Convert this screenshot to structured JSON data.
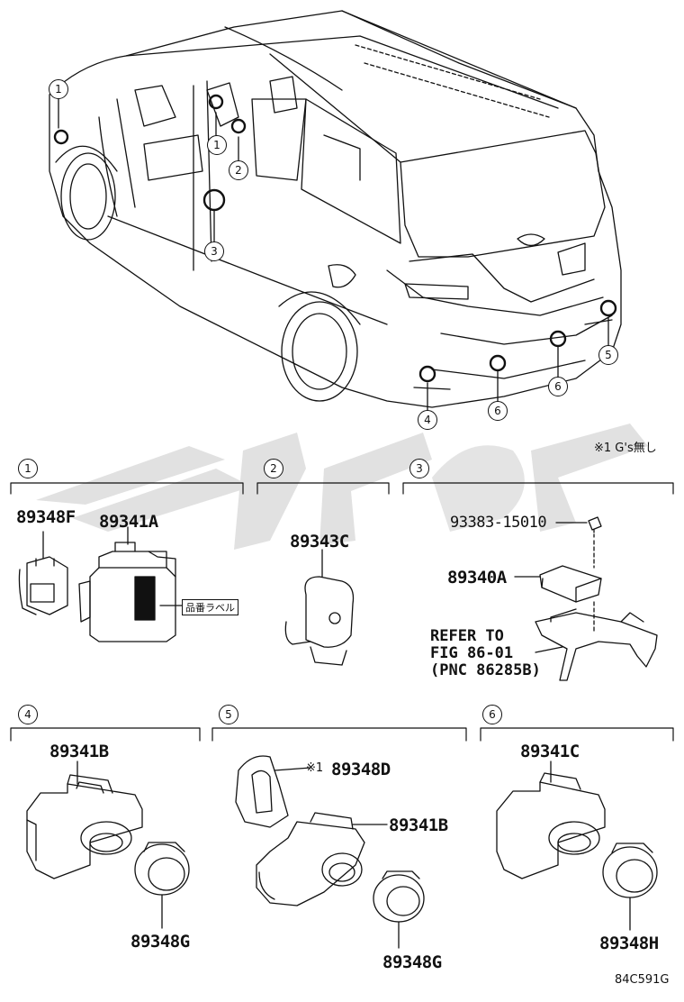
{
  "note": "※1 G's無し",
  "figure_code": "84C591G",
  "sections": [
    {
      "num": "1",
      "parts": [
        "89348F",
        "89341A"
      ],
      "label_tag": "品番ラベル"
    },
    {
      "num": "2",
      "parts": [
        "89343C"
      ]
    },
    {
      "num": "3",
      "parts": [
        "93383-15010",
        "89340A"
      ],
      "refer": "REFER TO\nFIG 86-01\n(PNC 86285B)"
    },
    {
      "num": "4",
      "parts": [
        "89341B",
        "89348G"
      ]
    },
    {
      "num": "5",
      "parts": [
        "※1",
        "89348D",
        "89341B",
        "89348G"
      ]
    },
    {
      "num": "6",
      "parts": [
        "89341C",
        "89348H"
      ]
    }
  ],
  "car_callouts": [
    "1",
    "1",
    "2",
    "3",
    "4",
    "5",
    "6",
    "6"
  ],
  "watermark_color": "#d9d9d9"
}
